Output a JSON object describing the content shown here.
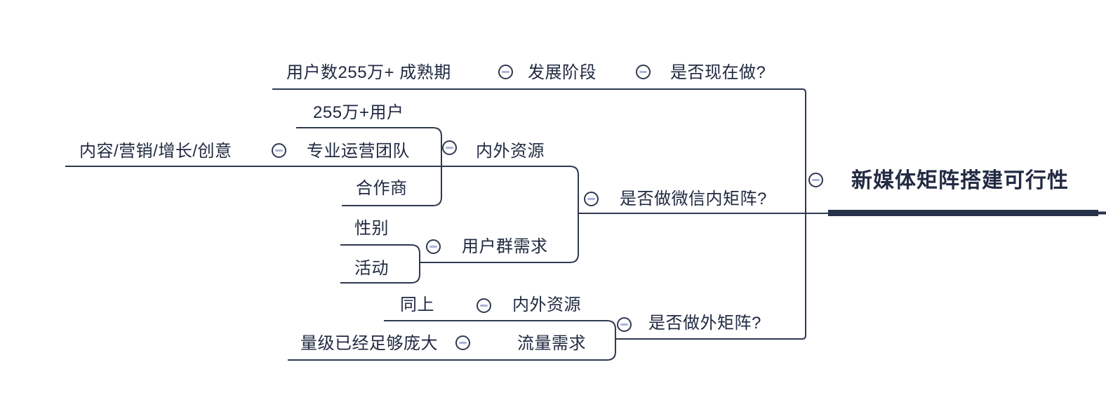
{
  "app": {
    "type": "mindmap-logic-chart-left",
    "colors": {
      "branch_line": "#2e3a50",
      "root_underline": "#273149",
      "topic_text": "#1f2940",
      "root_text": "#222b42",
      "collapse_dash": "#a9b3d6",
      "background": "#ffffff"
    },
    "collapse_icon_glyph": "minus-circle"
  },
  "mindmap": {
    "root": {
      "label": "新媒体矩阵搭建可行性",
      "children": [
        {
          "label": "是否现在做?",
          "children": [
            {
              "label": "发展阶段",
              "children": [
                {
                  "label": "用户数255万+ 成熟期"
                }
              ]
            }
          ]
        },
        {
          "label": "是否做微信内矩阵?",
          "children": [
            {
              "label": "内外资源",
              "children": [
                {
                  "label": "255万+用户"
                },
                {
                  "label": "专业运营团队",
                  "children": [
                    {
                      "label": "内容/营销/增长/创意"
                    }
                  ]
                },
                {
                  "label": "合作商"
                }
              ]
            },
            {
              "label": "用户群需求",
              "children": [
                {
                  "label": "性别"
                },
                {
                  "label": "活动"
                }
              ]
            }
          ]
        },
        {
          "label": "是否做外矩阵?",
          "children": [
            {
              "label": "内外资源",
              "children": [
                {
                  "label": "同上"
                }
              ]
            },
            {
              "label": "流量需求",
              "children": [
                {
                  "label": "量级已经足够庞大"
                }
              ]
            }
          ]
        }
      ]
    }
  }
}
